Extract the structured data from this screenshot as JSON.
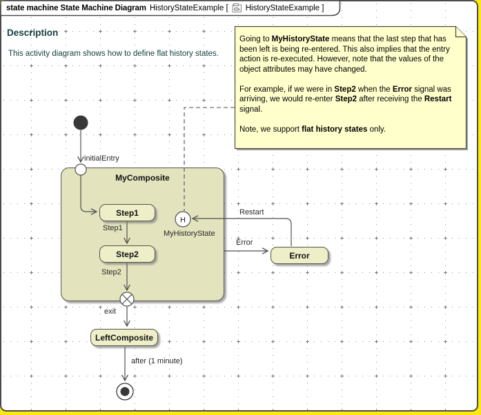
{
  "frame": {
    "title_bold": "state machine State Machine Diagram",
    "title_name": "HistoryStateExample [",
    "title_ref": "HistoryStateExample ]"
  },
  "description": {
    "heading": "Description",
    "body": "This activity diagram shows how to define flat history states."
  },
  "note": {
    "paragraphs": [
      [
        {
          "t": "Going to ",
          "b": false
        },
        {
          "t": "MyHistoryState",
          "b": true
        },
        {
          "t": " means that the last step that has been left is being re-entered. This also implies that the entry action is re-executed. However, note that the values of the object attributes may have changed.",
          "b": false
        }
      ],
      [
        {
          "t": "For example, if we were in ",
          "b": false
        },
        {
          "t": "Step2",
          "b": true
        },
        {
          "t": " when the ",
          "b": false
        },
        {
          "t": "Error",
          "b": true
        },
        {
          "t": " signal was arriving, we would re-enter ",
          "b": false
        },
        {
          "t": "Step2",
          "b": true
        },
        {
          "t": " after receiving the ",
          "b": false
        },
        {
          "t": "Restart",
          "b": true
        },
        {
          "t": " signal.",
          "b": false
        }
      ],
      [
        {
          "t": "Note, we support ",
          "b": false
        },
        {
          "t": "flat history states",
          "b": true
        },
        {
          "t": " only.",
          "b": false
        }
      ]
    ]
  },
  "diagram": {
    "composite_label": "MyComposite",
    "states": {
      "step1": "Step1",
      "step2": "Step2",
      "error": "Error",
      "left_composite": "LeftComposite"
    },
    "history": {
      "symbol": "H",
      "label": "MyHistoryState"
    },
    "transitions": {
      "initial_entry": "initialEntry",
      "step1": "Step1",
      "step2": "Step2",
      "exit": "exit",
      "after": "after (1 minute)",
      "restart": "Restart",
      "error": "Error"
    }
  },
  "colors": {
    "canvas_edge": "#fde80f",
    "state_fill": "#eeeec8",
    "composite_fill": "#e3e3be",
    "state_border": "#55554a",
    "note_fill": "#ffffcc",
    "description_text": "#14403f",
    "line": "#4f4f4f",
    "grid_dot": "#8f8f8f"
  }
}
